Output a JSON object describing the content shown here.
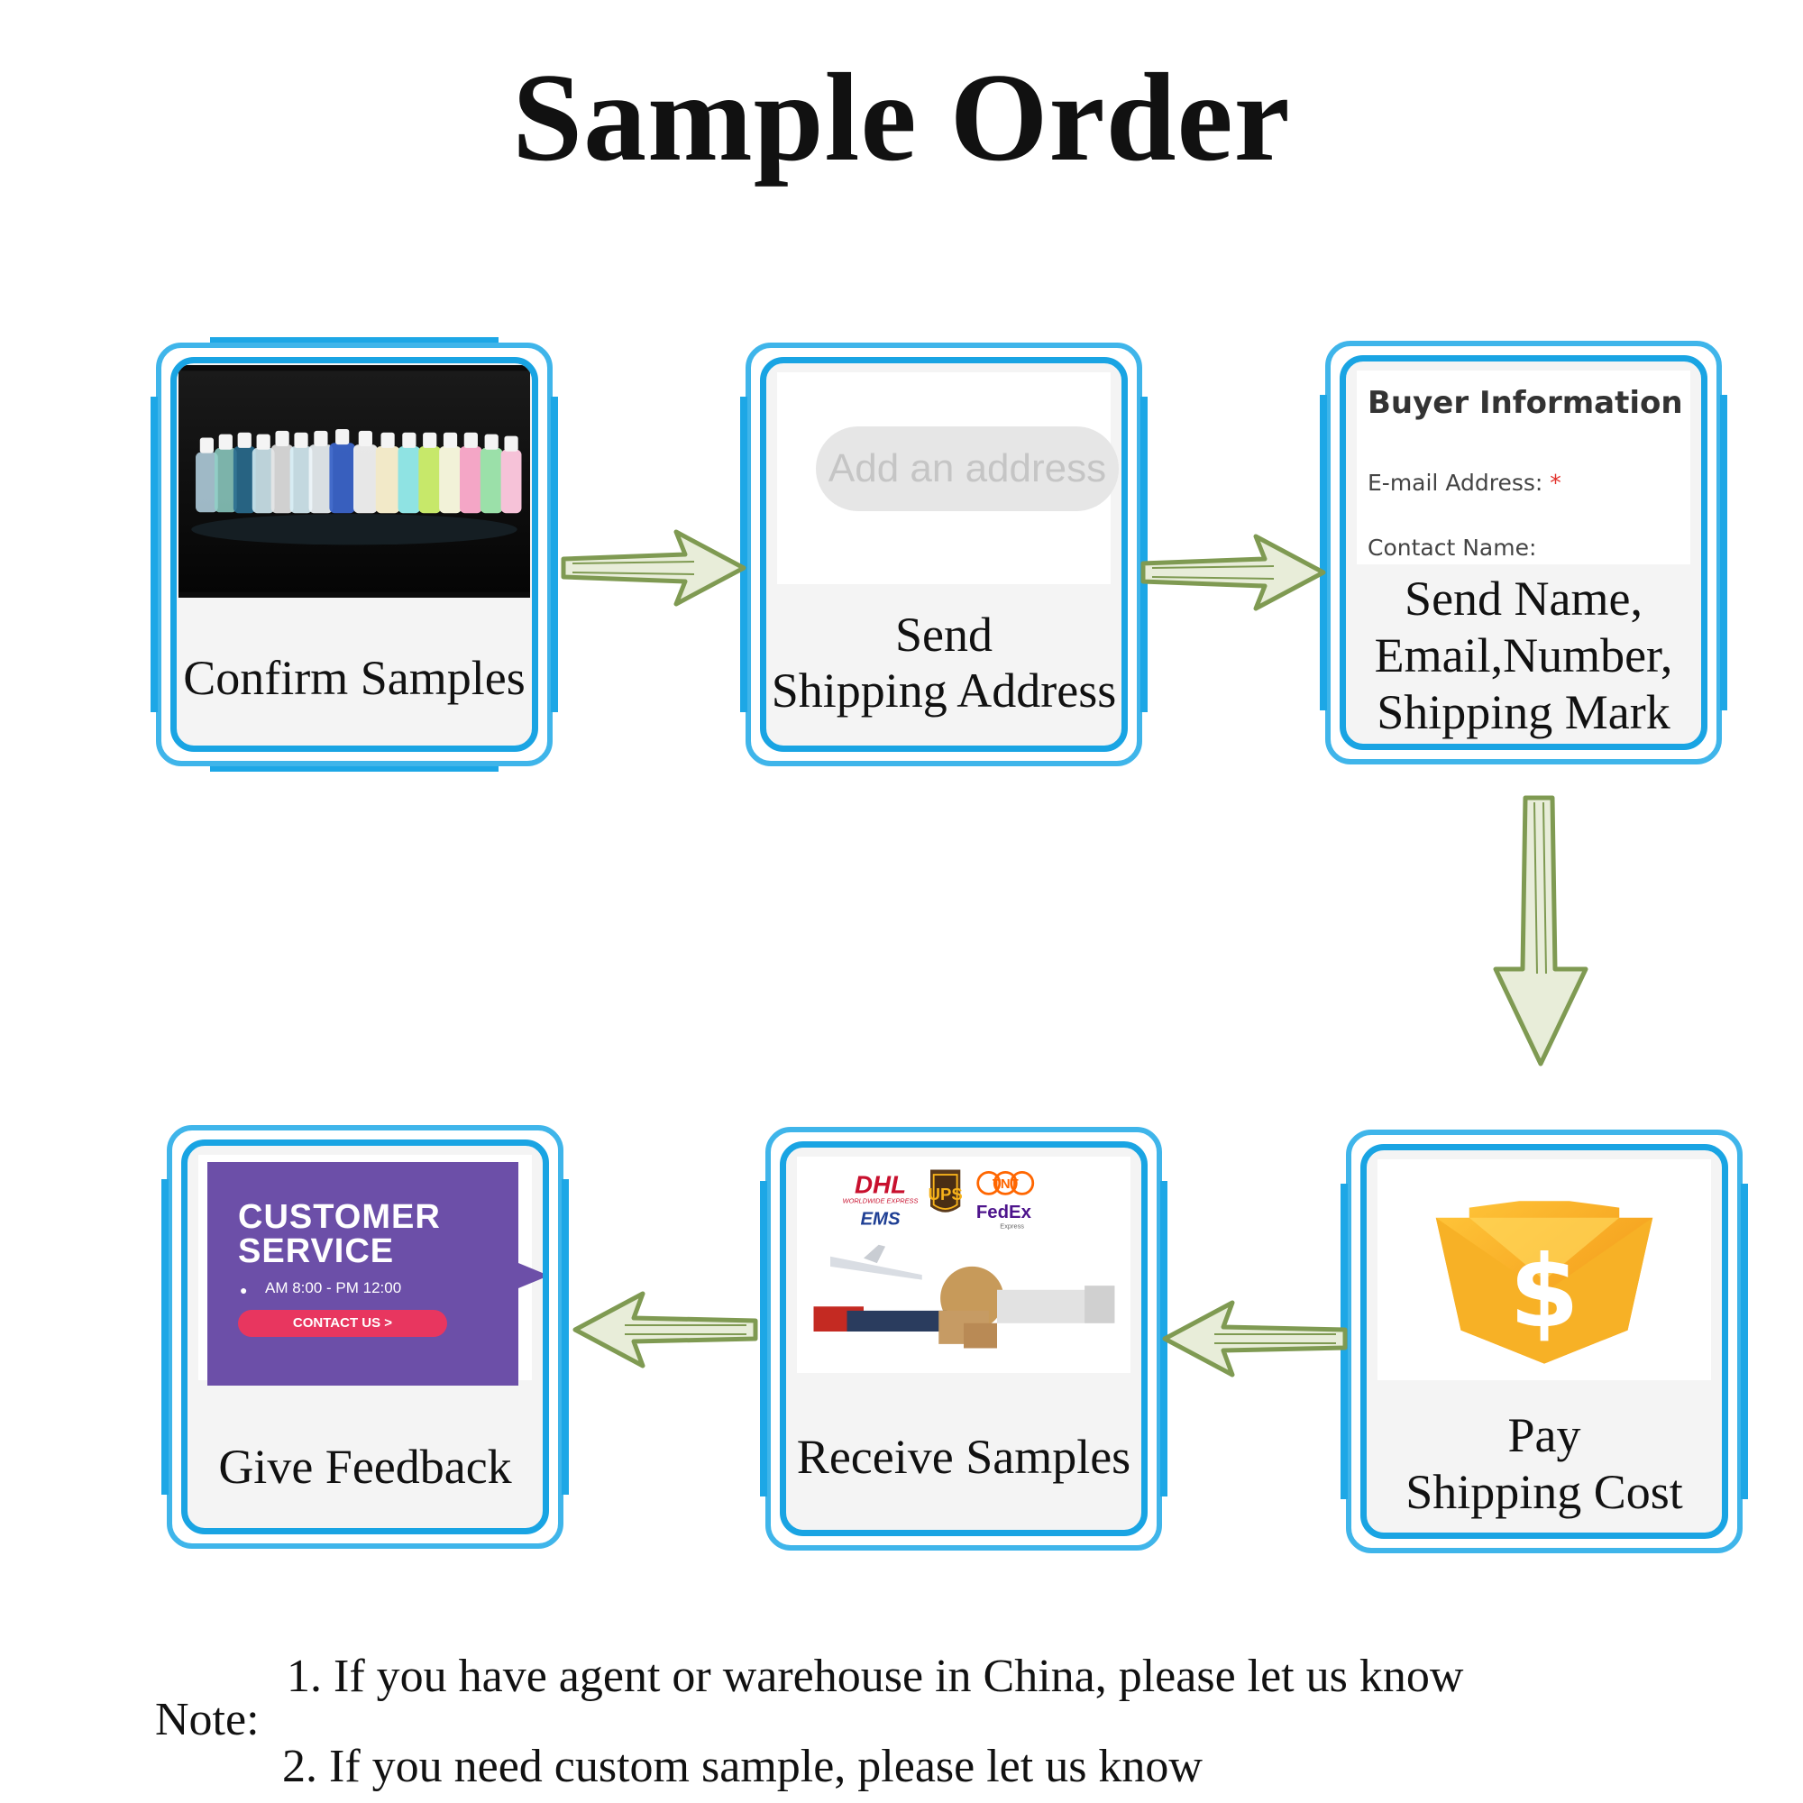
{
  "title": "Sample Order",
  "steps": [
    {
      "id": 1,
      "label": "Confirm Samples"
    },
    {
      "id": 2,
      "label_lines": [
        "Send",
        "Shipping Address"
      ],
      "image_button": "Add an address"
    },
    {
      "id": 3,
      "label_lines": [
        "Send Name,",
        "Email,Number,",
        "Shipping Mark"
      ],
      "form": {
        "heading": "Buyer Information",
        "email_label": "E-mail Address:",
        "required_mark": "*",
        "contact_label": "Contact Name:"
      }
    },
    {
      "id": 4,
      "label_lines": [
        "Pay",
        "Shipping Cost"
      ],
      "icon": "dollar-shield-icon"
    },
    {
      "id": 5,
      "label": "Receive Samples",
      "carriers": [
        "DHL",
        "WORLDWIDE EXPRESS",
        "UPS",
        "TNT",
        "EMS",
        "FedEx",
        "Express"
      ]
    },
    {
      "id": 6,
      "label": "Give Feedback",
      "banner": {
        "line1": "CUSTOMER",
        "line2": "SERVICE",
        "hours": "AM 8:00 - PM 12:00",
        "button": "CONTACT US >"
      }
    }
  ],
  "note": {
    "label": "Note:",
    "items": [
      "1. If you have agent or warehouse in China, please let us know",
      "2. If you need custom sample, please let us know"
    ]
  },
  "colors": {
    "frame": "#19a4e3",
    "arrow": "#7f9a52",
    "banner": "#6c4fa8",
    "banner_button": "#e8365f",
    "shield": "#f5a21b"
  }
}
